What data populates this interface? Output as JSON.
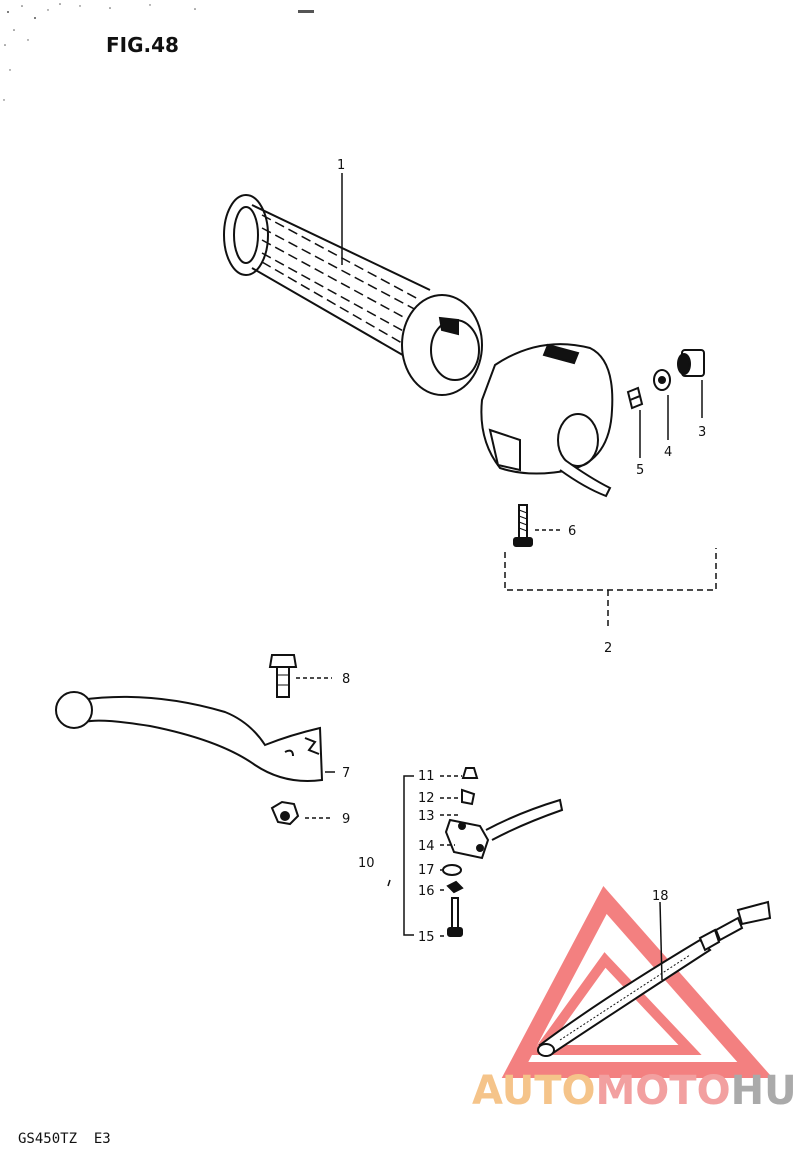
{
  "figure": {
    "title": "FIG.48",
    "model_code": "GS450TZ  E3"
  },
  "parts": [
    {
      "ref": "1"
    },
    {
      "ref": "2"
    },
    {
      "ref": "3"
    },
    {
      "ref": "4"
    },
    {
      "ref": "5"
    },
    {
      "ref": "6"
    },
    {
      "ref": "7"
    },
    {
      "ref": "8"
    },
    {
      "ref": "9"
    },
    {
      "ref": "10"
    },
    {
      "ref": "11"
    },
    {
      "ref": "12"
    },
    {
      "ref": "13"
    },
    {
      "ref": "14"
    },
    {
      "ref": "15"
    },
    {
      "ref": "16"
    },
    {
      "ref": "17"
    },
    {
      "ref": "18"
    }
  ],
  "watermark": {
    "part1": "AUTO",
    "part2": "MOTO",
    "part3": "HUB",
    "color1": "#f5c48a",
    "color2": "#f2a0a0",
    "color3": "#aaaaaa",
    "logo_color": "#f26b6b"
  }
}
